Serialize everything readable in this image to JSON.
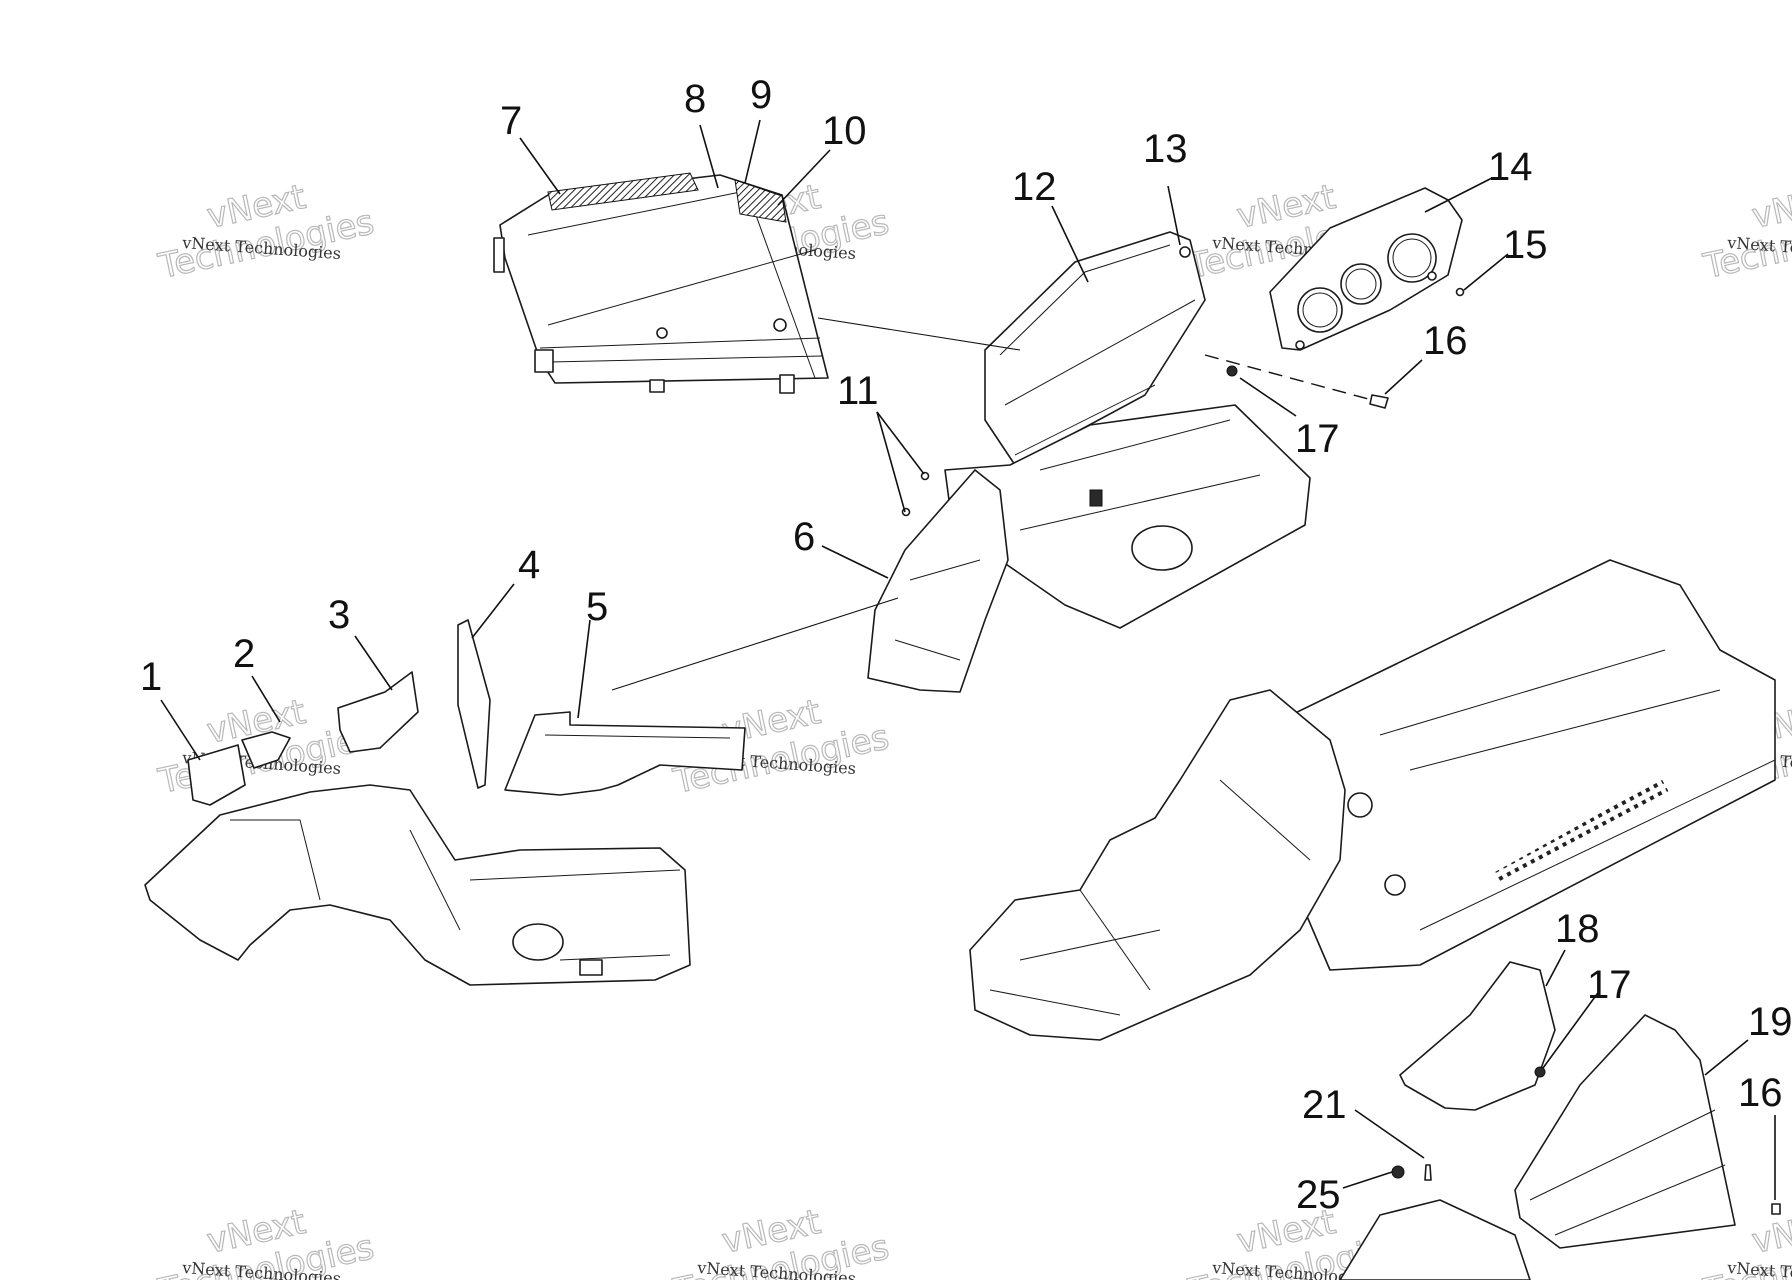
{
  "callouts": [
    "1",
    "2",
    "3",
    "4",
    "5",
    "6",
    "7",
    "8",
    "9",
    "10",
    "11",
    "12",
    "13",
    "14",
    "15",
    "16",
    "17",
    "18",
    "19",
    "21",
    "25"
  ],
  "watermark": {
    "line": "vNext Technologies",
    "word_top": "vNext",
    "word_bottom": "Technologies"
  }
}
